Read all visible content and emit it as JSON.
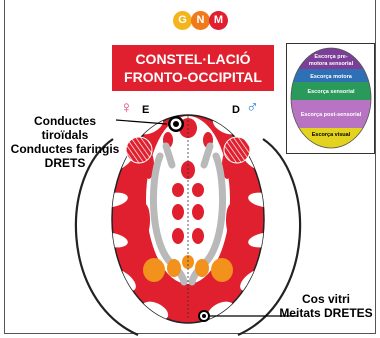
{
  "logo": {
    "letters": [
      "G",
      "N",
      "M"
    ],
    "colors": [
      "#f4b41c",
      "#f07a1a",
      "#e0202f"
    ]
  },
  "title": {
    "line1": "CONSTEL·LACIÓ",
    "line2": "FRONTO-OCCIPITAL"
  },
  "brain_legend": {
    "zones": [
      {
        "label": "Escorça pre-",
        "color": "#7b3f98"
      },
      {
        "label": "motora sensorial",
        "color": "#7b3f98"
      },
      {
        "label": "Escorça motora",
        "color": "#2f6fb5"
      },
      {
        "label": "Escorça sensorial",
        "color": "#2a9a5a"
      },
      {
        "label": "Escorça post-sensorial",
        "color": "#b874c2"
      },
      {
        "label": "Escorça visual",
        "color": "#e3d21e"
      }
    ]
  },
  "labels": {
    "left_line1": "Conductes tiroïdals",
    "left_line2": "Conductes faringis",
    "left_line3": "DRETS",
    "br_line1": "Cos vitri",
    "br_line2": "Meitats DRETES"
  },
  "sides": {
    "female_symbol": "♀",
    "female_letter": "E",
    "male_letter": "D",
    "male_symbol": "♂"
  },
  "colors": {
    "relay_red": "#e0202f",
    "midbrain_orange": "#f2921c",
    "ventricle_gray": "#b9b9b9",
    "female": "#e0457b",
    "male": "#2a7fd4"
  }
}
